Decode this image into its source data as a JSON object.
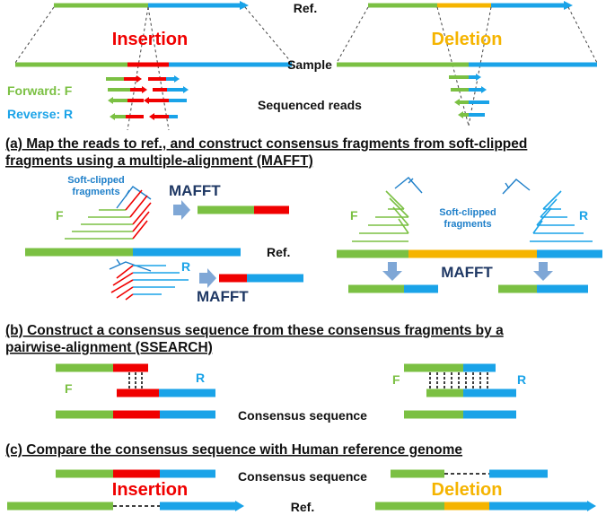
{
  "colors": {
    "green": "#7BC043",
    "blue": "#1AA3E8",
    "red": "#F00000",
    "yellow": "#F5B400",
    "text_blue": "#1E7FC9",
    "arrow_blue": "#7FA7D6",
    "mafft_navy": "#1F3864"
  },
  "labels": {
    "ref": "Ref.",
    "sample": "Sample",
    "insertion": "Insertion",
    "deletion": "Deletion",
    "forward": "Forward: F",
    "reverse": "Reverse: R",
    "sequenced_reads": "Sequenced reads",
    "f": "F",
    "r": "R",
    "soft_clipped_line1": "Soft-clipped",
    "soft_clipped_line2": "fragments",
    "mafft": "MAFFT",
    "consensus_sequence": "Consensus sequence"
  },
  "sections": {
    "a_line1": "(a) Map the reads to ref., and construct consensus fragments from soft-clipped",
    "a_line2": "fragments using a multiple-alignment (MAFFT)",
    "b_line1": "(b) Construct a consensus sequence from these consensus fragments by a",
    "b_line2": "pairwise-alignment (SSEARCH)",
    "c_line1": "(c) Compare the consensus sequence with Human reference genome"
  }
}
